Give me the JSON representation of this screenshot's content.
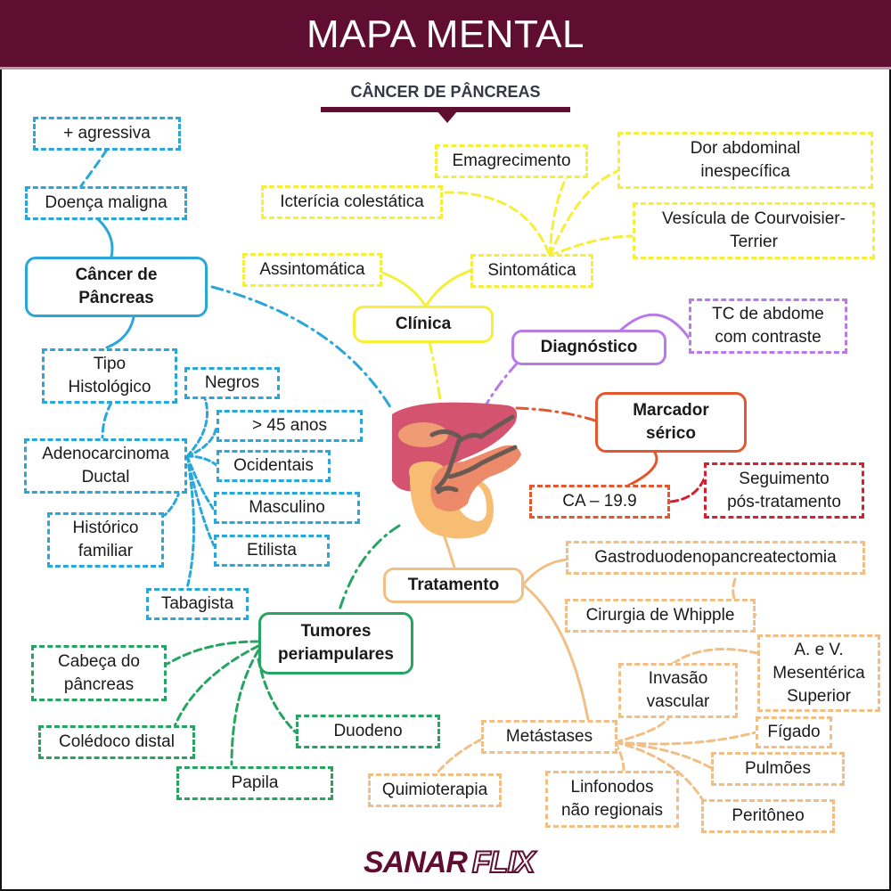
{
  "header": {
    "title": "MAPA MENTAL"
  },
  "subtitle": "CÂNCER DE PÂNCREAS",
  "colors": {
    "brand": "#5f0e31",
    "cancer_branch": "#2aa7d8",
    "clinica_branch": "#f6ef3a",
    "diagnostico_branch": "#b77ae6",
    "marcador_branch": "#e4572e",
    "seguimento": "#d42030",
    "tratamento_branch": "#f1bf86",
    "tumores_branch": "#27a462"
  },
  "central_icon": "pancreas-liver-illustration",
  "branches": {
    "cancer": {
      "title": "Câncer de\nPâncreas",
      "nodes": {
        "agressiva": "+ agressiva",
        "maligna": "Doença maligna",
        "tipo": "Tipo\nHistológico",
        "adeno": "Adenocarcinoma\nDuctal",
        "negros": "Negros",
        "idade": "> 45 anos",
        "ocidentais": "Ocidentais",
        "masculino": "Masculino",
        "etilista": "Etilista",
        "historico": "Histórico\nfamiliar",
        "tabagista": "Tabagista"
      }
    },
    "clinica": {
      "title": "Clínica",
      "nodes": {
        "assintomatica": "Assintomática",
        "sintomatica": "Sintomática",
        "ictericia": "Icterícia colestática",
        "emagrecimento": "Emagrecimento",
        "dor": "Dor abdominal\ninespecífica",
        "vesicula": "Vesícula de Courvoisier-\nTerrier"
      }
    },
    "diagnostico": {
      "title": "Diagnóstico",
      "nodes": {
        "tc": "TC de abdome\ncom contraste"
      }
    },
    "marcador": {
      "title": "Marcador\nsérico",
      "nodes": {
        "ca": "CA – 19.9",
        "seguimento": "Seguimento\npós-tratamento"
      }
    },
    "tratamento": {
      "title": "Tratamento",
      "nodes": {
        "gastro": "Gastroduodenopancreatectomia",
        "whipple": "Cirurgia de Whipple",
        "metastases": "Metástases",
        "invasao": "Invasão\nvascular",
        "avms": "A. e V.\nMesentérica\nSuperior",
        "figado": "Fígado",
        "pulmoes": "Pulmões",
        "peritoneo": "Peritôneo",
        "linfonodos": "Linfonodos\nnão regionais",
        "quimio": "Quimioterapia"
      }
    },
    "tumores": {
      "title": "Tumores\nperiampulares",
      "nodes": {
        "cabeca": "Cabeça do\npâncreas",
        "coledoco": "Colédoco distal",
        "papila": "Papila",
        "duodeno": "Duodeno"
      }
    }
  },
  "logo": {
    "part1": "SANAR",
    "part2": "FLIX"
  }
}
